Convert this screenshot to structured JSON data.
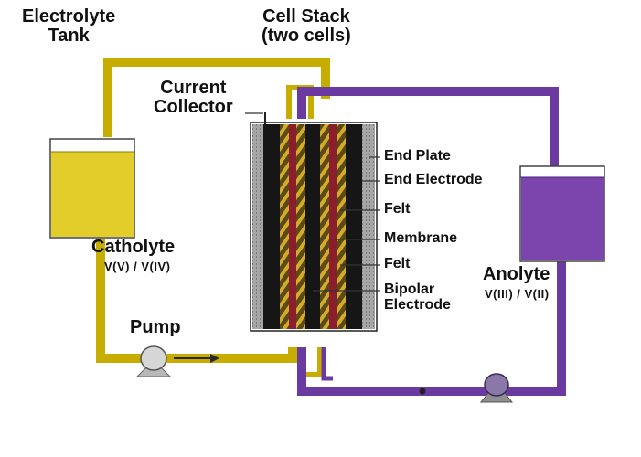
{
  "labels": {
    "electrolyte_tank": [
      "Electrolyte",
      "Tank"
    ],
    "cell_stack": [
      "Cell Stack",
      "(two cells)"
    ],
    "current_collector": [
      "Current",
      "Collector"
    ],
    "catholyte": "Catholyte",
    "catholyte_species": "V(V) / V(IV)",
    "anolyte": "Anolyte",
    "anolyte_species": "V(III) / V(II)",
    "pump": "Pump",
    "stack_layers": [
      "End Plate",
      "End Electrode",
      "Felt",
      "Membrane",
      "Felt"
    ],
    "bipolar_electrode": [
      "Bipolar",
      "Electrode"
    ]
  },
  "colors": {
    "catholyte": "#d0b800",
    "catholyte_fill": "#e3cd2a",
    "anolyte": "#6a3aa0",
    "anolyte_fill": "#7b45ad",
    "end_plate": "#9e9e9e",
    "electrode": "#1a1a1a",
    "membrane": "#8b1e2c",
    "felt": "#c9a227"
  },
  "icons": [
    "pump-icon",
    "flow-arrow-icon"
  ]
}
